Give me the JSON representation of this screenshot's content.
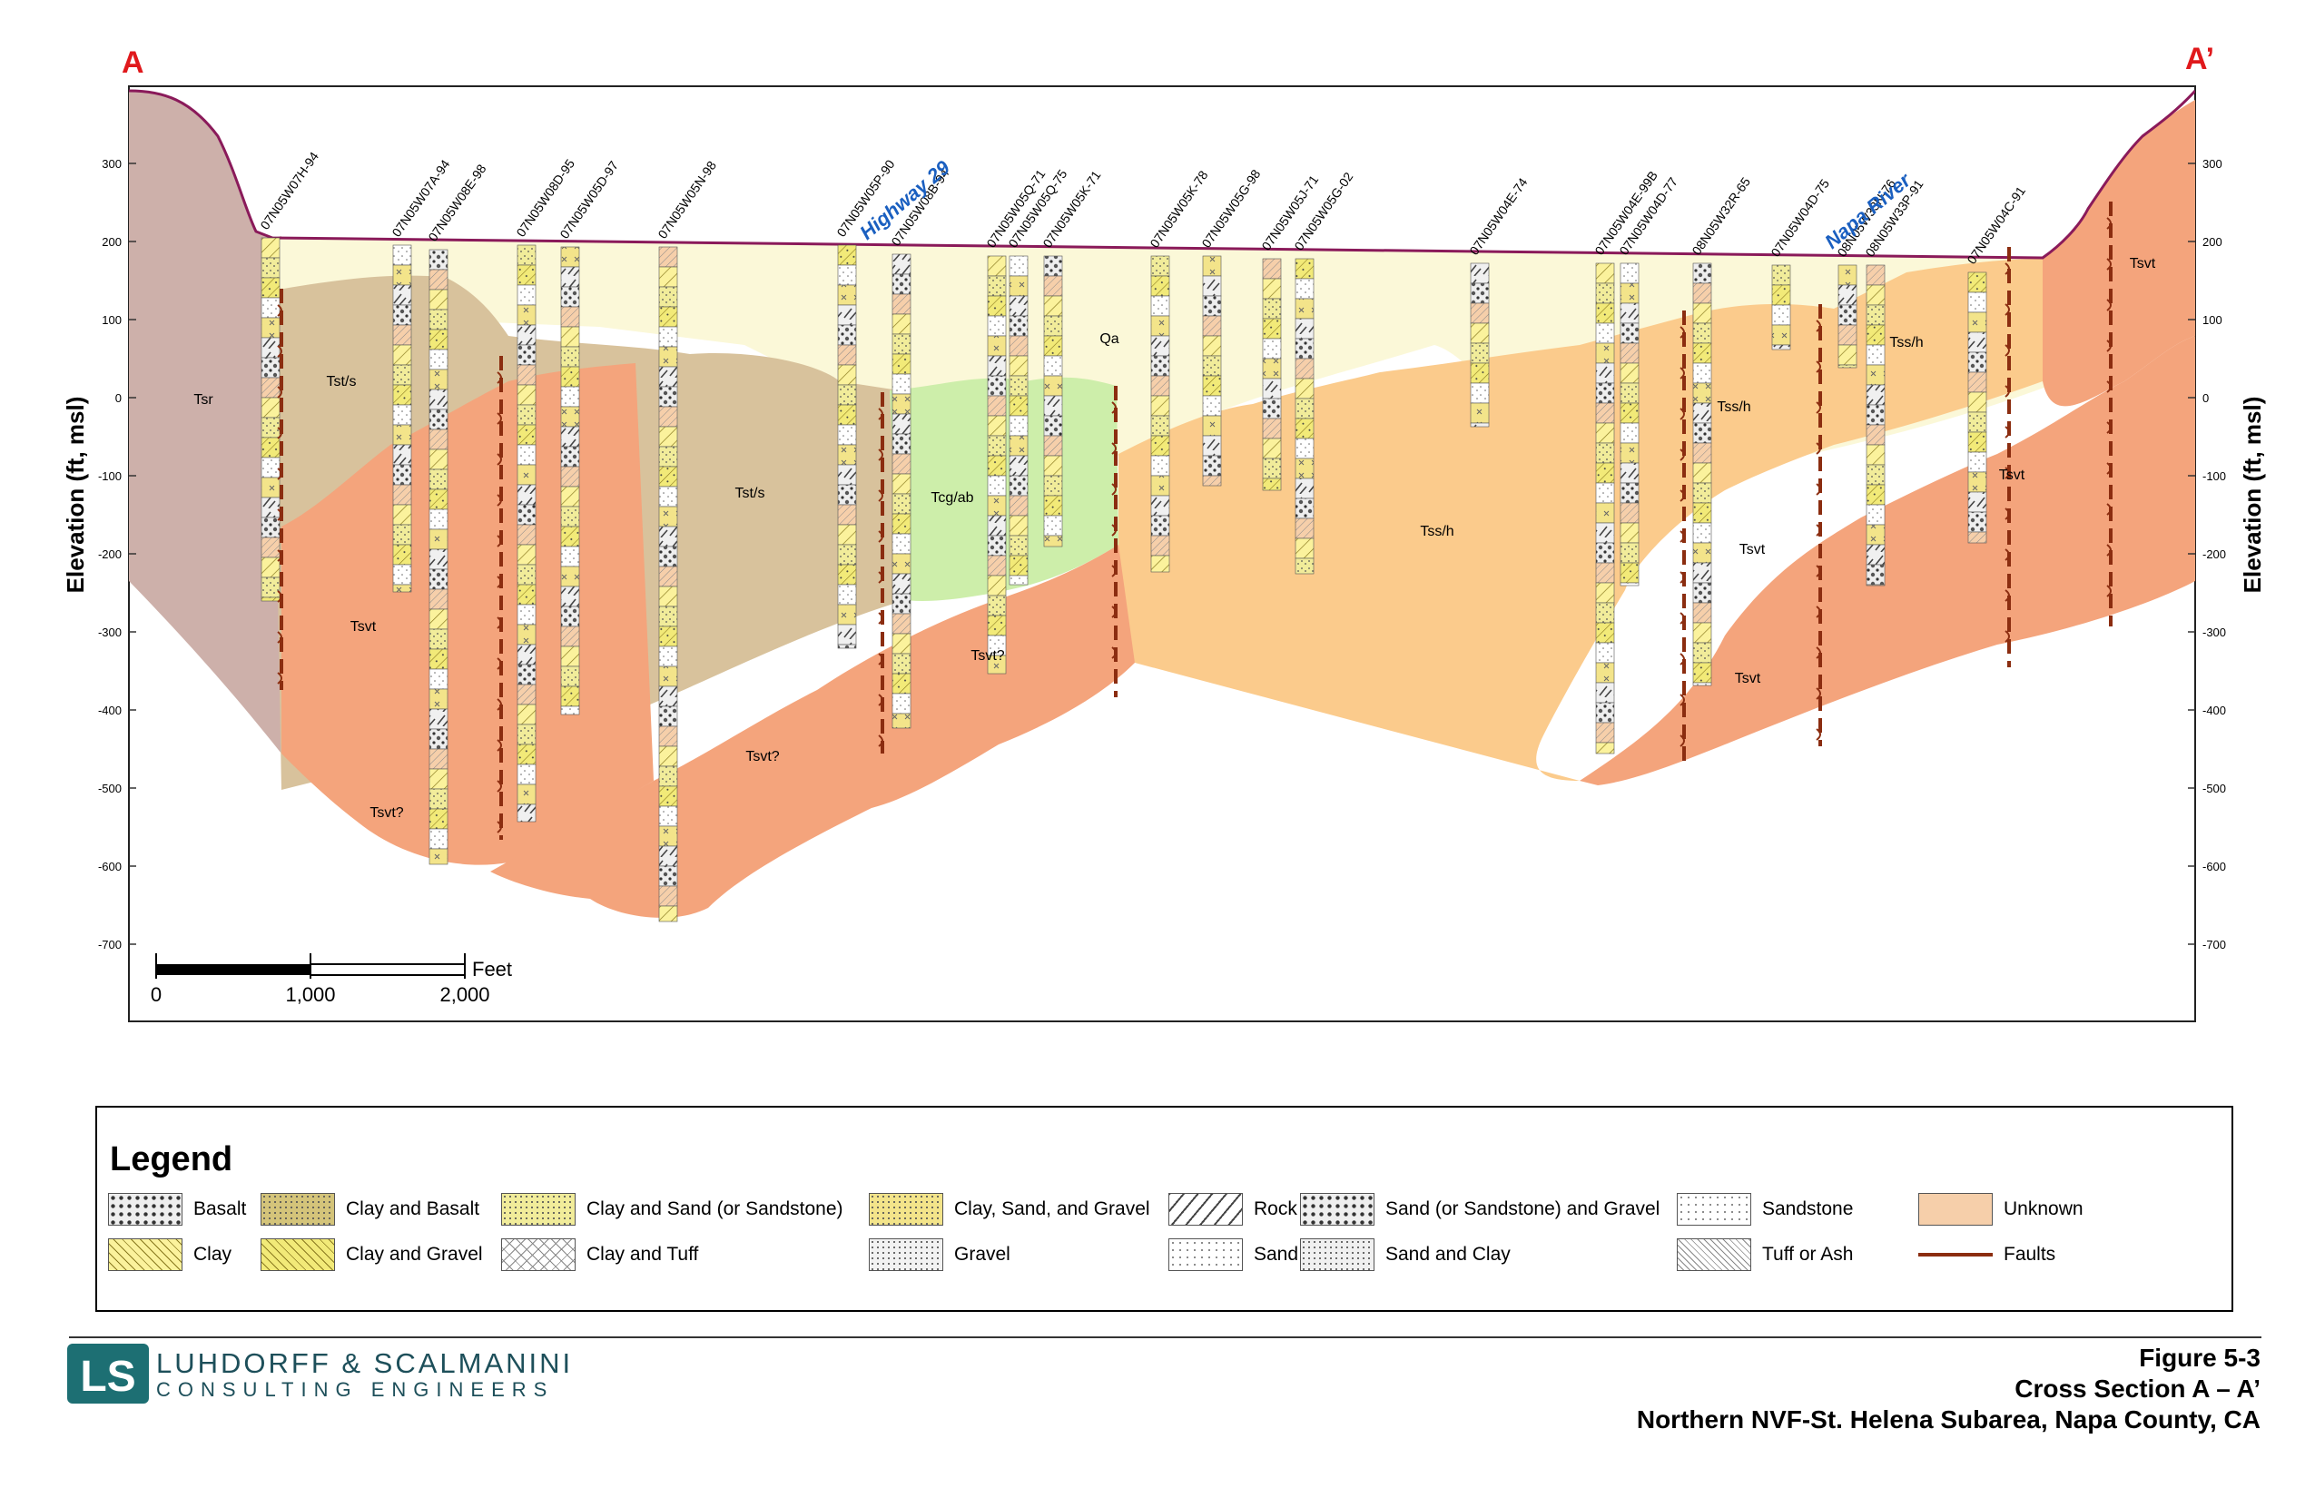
{
  "corners": {
    "left": "A",
    "right": "A’"
  },
  "axes": {
    "left_label": "Elevation (ft, msl)",
    "right_label": "Elevation (ft, msl)",
    "ticks": [
      "300",
      "200",
      "100",
      "0",
      "-100",
      "-200",
      "-300",
      "-400",
      "-500",
      "-600",
      "-700"
    ]
  },
  "scale_bar": {
    "unit": "Feet",
    "labels": [
      "0",
      "1,000",
      "2,000"
    ]
  },
  "landmarks": [
    {
      "label": "Highway 29"
    },
    {
      "label": "Napa River"
    }
  ],
  "wells": [
    "07N05W07H-94",
    "07N05W07A-94",
    "07N05W08E-98",
    "07N05W08D-95",
    "07N05W05D-97",
    "07N05W05N-98",
    "07N05W05P-90",
    "07N05W08B-94",
    "07N05W05Q-71",
    "07N05W05Q-75",
    "07N05W05K-71",
    "07N05W05K-78",
    "07N05W05G-98",
    "07N05W05J-71",
    "07N05W05G-02",
    "07N05W04E-74",
    "07N05W04E-99B",
    "07N05W04D-77",
    "08N05W32R-65",
    "07N05W04D-75",
    "08N05W33N-76",
    "08N05W33P-91",
    "07N05W04C-91"
  ],
  "units": [
    {
      "label": "Tsr",
      "color": "#cdb0aa"
    },
    {
      "label": "Tst/s",
      "color": "#d8c29c"
    },
    {
      "label": "Tst/s",
      "color": "#d8c29c"
    },
    {
      "label": "Tsvt",
      "color": "#f4a47c"
    },
    {
      "label": "Tsvt?",
      "color": "#f4a47c"
    },
    {
      "label": "Tsvt?",
      "color": "#f4a47c"
    },
    {
      "label": "Tcg/ab",
      "color": "#cdeeaa"
    },
    {
      "label": "Qa",
      "color": "#fbf8d8"
    },
    {
      "label": "Tsvt?",
      "color": "#f4a47c"
    },
    {
      "label": "Tss/h",
      "color": "#fbcb8c"
    },
    {
      "label": "Tss/h",
      "color": "#fbcb8c"
    },
    {
      "label": "Tss/h",
      "color": "#fbcb8c"
    },
    {
      "label": "Tsvt",
      "color": "#f4a47c"
    },
    {
      "label": "Tsvt",
      "color": "#f4a47c"
    },
    {
      "label": "Tsvt",
      "color": "#f4a47c"
    },
    {
      "label": "Tsvt",
      "color": "#f4a47c"
    }
  ],
  "legend": {
    "title": "Legend",
    "items": [
      {
        "label": "Basalt",
        "color": "#eeeeee",
        "pattern": "dots-dense"
      },
      {
        "label": "Clay and Basalt",
        "color": "#d4c47a",
        "pattern": "stipple"
      },
      {
        "label": "Clay and Sand (or Sandstone)",
        "color": "#f1ec9a",
        "pattern": "stipple"
      },
      {
        "label": "Clay, Sand, and Gravel",
        "color": "#f3e48a",
        "pattern": "stipple"
      },
      {
        "label": "Rock",
        "color": "#ffffff",
        "pattern": "diag-dash"
      },
      {
        "label": "Sand (or Sandstone) and Gravel",
        "color": "#eeeeee",
        "pattern": "dots-dense"
      },
      {
        "label": "Sandstone",
        "color": "#ffffff",
        "pattern": "dots"
      },
      {
        "label": "Unknown",
        "color": "#f6cfaa",
        "pattern": "none"
      },
      {
        "label": "Clay",
        "color": "#fbf29c",
        "pattern": "hatch"
      },
      {
        "label": "Clay and Gravel",
        "color": "#f2ea78",
        "pattern": "hatch-dots"
      },
      {
        "label": "Clay and Tuff",
        "color": "#ffffff",
        "pattern": "crosses"
      },
      {
        "label": "Gravel",
        "color": "#f2f2f2",
        "pattern": "stipple"
      },
      {
        "label": "Sand",
        "color": "#ffffff",
        "pattern": "dots"
      },
      {
        "label": "Sand and Clay",
        "color": "#f0f0f0",
        "pattern": "stipple"
      },
      {
        "label": "Tuff or Ash",
        "color": "#ffffff",
        "pattern": "hatch-fine"
      },
      {
        "label": "Faults",
        "color": "#8b2d10",
        "pattern": "fault"
      }
    ]
  },
  "footer": {
    "company_line1": "LUHDORFF & SCALMANINI",
    "company_line2": "CONSULTING ENGINEERS",
    "figure_number": "Figure 5-3",
    "figure_title": "Cross Section A – A’",
    "figure_subtitle": "Northern NVF-St. Helena Subarea, Napa County, CA"
  }
}
